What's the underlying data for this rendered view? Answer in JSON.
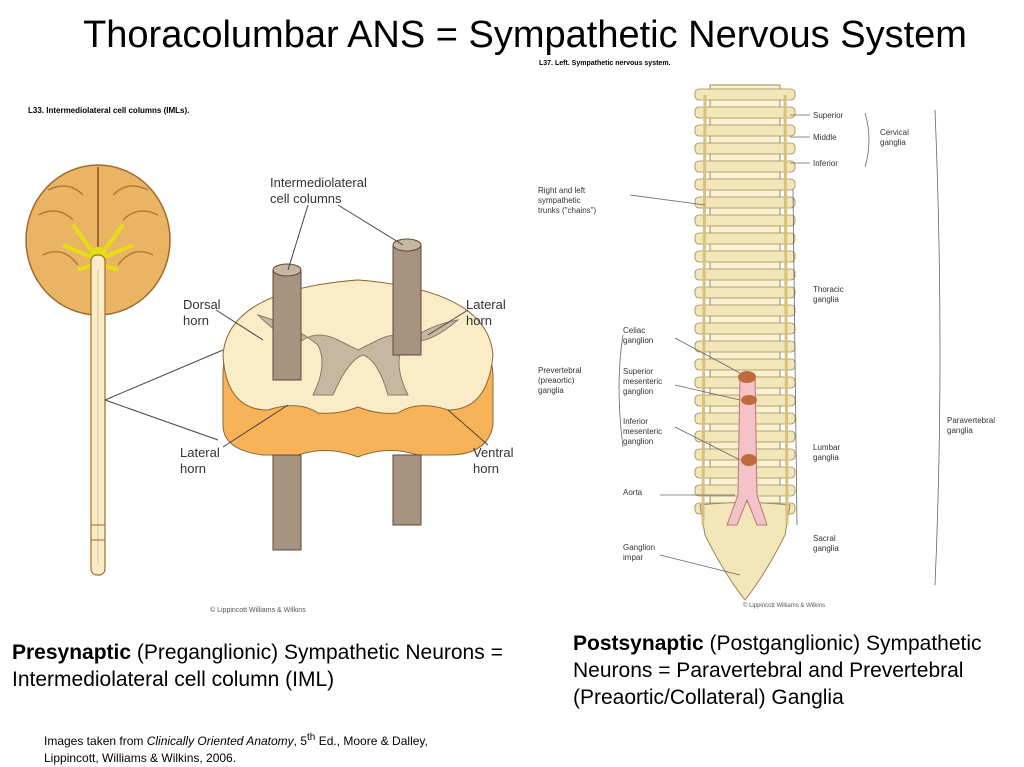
{
  "title": "Thoracolumbar ANS = Sympathetic Nervous System",
  "left_figure": {
    "plate_title": "L33. Intermediolateral cell columns (IMLs).",
    "labels": {
      "iml_line1": "Intermediolateral",
      "iml_line2": "cell columns",
      "dorsal_line1": "Dorsal",
      "dorsal_line2": "horn",
      "lateral_top_line1": "Lateral",
      "lateral_top_line2": "horn",
      "lateral_bottom_line1": "Lateral",
      "lateral_bottom_line2": "horn",
      "ventral_line1": "Ventral",
      "ventral_line2": "horn"
    },
    "copyright": "© Lippincott Williams & Wilkins"
  },
  "right_figure": {
    "plate_title": "L37. Left. Sympathetic nervous system.",
    "labels": {
      "superior": "Superior",
      "middle": "Middle",
      "inferior": "Inferior",
      "cervical_line1": "Cervical",
      "cervical_line2": "ganglia",
      "chains_line1": "Right and left",
      "chains_line2": "sympathetic",
      "chains_line3": "trunks (\"chains\")",
      "thoracic_line1": "Thoracic",
      "thoracic_line2": "ganglia",
      "celiac_line1": "Celiac",
      "celiac_line2": "ganglion",
      "supmes_line1": "Superior",
      "supmes_line2": "mesenteric",
      "supmes_line3": "ganglion",
      "infmes_line1": "Inferior",
      "infmes_line2": "mesenteric",
      "infmes_line3": "ganglion",
      "prevert_line1": "Prevertebral",
      "prevert_line2": "(preaortic)",
      "prevert_line3": "ganglia",
      "lumbar_line1": "Lumbar",
      "lumbar_line2": "ganglia",
      "aorta": "Aorta",
      "sacral_line1": "Sacral",
      "sacral_line2": "ganglia",
      "impar_line1": "Ganglion",
      "impar_line2": "impar",
      "paravert_line1": "Paravertebral",
      "paravert_line2": "ganglia"
    },
    "copyright": "© Lippincott Williams & Wilkins"
  },
  "caption_left": {
    "bold": "Presynaptic",
    "rest": " (Preganglionic) Sympathetic Neurons = Intermediolateral cell column (IML)"
  },
  "caption_right": {
    "bold": "Postsynaptic",
    "rest": " (Postganglionic) Sympathetic Neurons = Paravertebral and Prevertebral (Preaortic/Collateral) Ganglia"
  },
  "credit": {
    "prefix": "Images taken from ",
    "book": "Clinically Oriented Anatomy",
    "edition_num": ", 5",
    "edition_sup": "th",
    "suffix": " Ed., Moore & Dalley, Lippincott, Williams & Wilkins, 2006."
  },
  "colors": {
    "brain": "#e9b565",
    "brain_yellow": "#e6dd16",
    "cord_light": "#fbecc8",
    "cord_orange": "#f8b258",
    "gray_matter": "#c8b7a0",
    "column": "#a89381",
    "vertebra": "#f3e6b8",
    "aorta": "#f4c2c9",
    "ganglion": "#c06b3e"
  }
}
